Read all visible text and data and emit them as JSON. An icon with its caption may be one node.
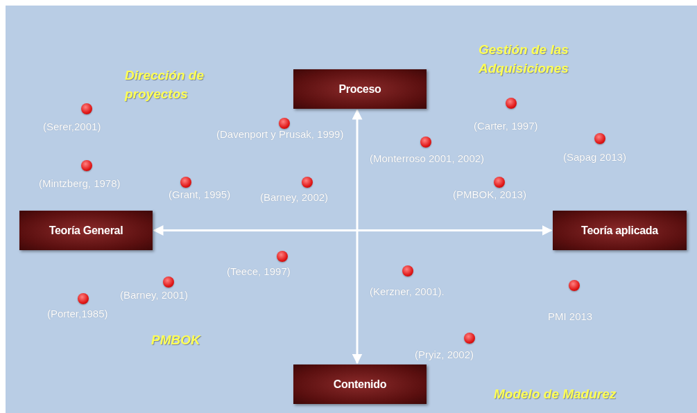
{
  "diagram": {
    "nodes": [
      {
        "text": [
          "Proceso"
        ]
      },
      {
        "text": [
          "Teoría General"
        ]
      },
      {
        "text": [
          "Teoría aplicada"
        ]
      },
      {
        "text": [
          "Contenido"
        ]
      }
    ],
    "edges": [
      {
        "from": 0,
        "to": 3,
        "arrow": "both"
      },
      {
        "from": 1,
        "to": 2,
        "arrow": "both"
      }
    ],
    "labels": [
      "Gestión de las Adquisiciones",
      "Dirección de proyectos",
      "(Carter, 1997)",
      "(Serer,2001)",
      "(Davenport y Prusak, 1999)",
      "(Sapag 2013)",
      "(Monterroso 2001, 2002)",
      "(Mintzberg, 1978)",
      "(Grant, 1995)",
      "(PMBOK, 2013)",
      "(Barney, 2002)",
      "(Teece, 1997)",
      "(Kerzner, 2001).",
      "(Barney, 2001)",
      "(Porter,1985)",
      "PMI 2013",
      "PMBOK",
      "(Pryiz, 2002)",
      "Modelo de Madurez"
    ]
  }
}
